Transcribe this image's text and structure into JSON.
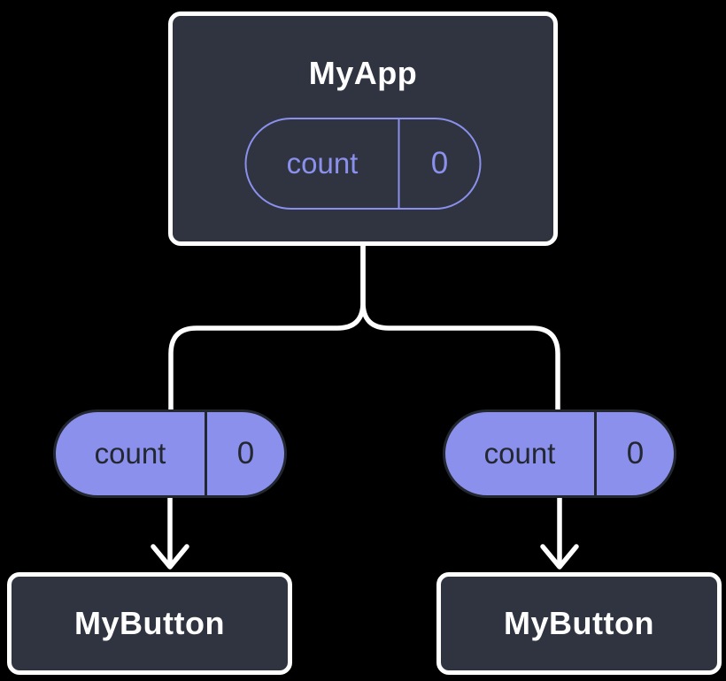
{
  "diagram": {
    "root": {
      "title": "MyApp",
      "state": {
        "name": "count",
        "value": "0"
      }
    },
    "props": [
      {
        "name": "count",
        "value": "0"
      },
      {
        "name": "count",
        "value": "0"
      }
    ],
    "children": [
      {
        "title": "MyButton"
      },
      {
        "title": "MyButton"
      }
    ]
  },
  "colors": {
    "background": "#000000",
    "box-fill": "#2f3440",
    "box-border": "#ffffff",
    "accent": "#8a90ec",
    "dark-text": "#23272f",
    "white-text": "#ffffff",
    "connector": "#ffffff"
  }
}
